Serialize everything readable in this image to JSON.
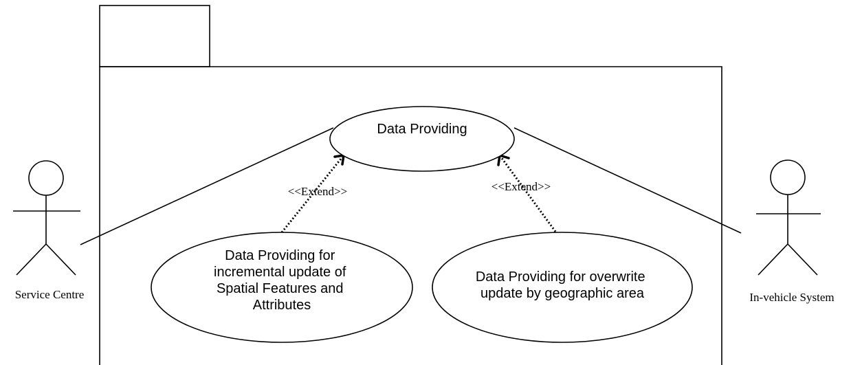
{
  "actors": {
    "left": {
      "label": "Service Centre"
    },
    "right": {
      "label": "In-vehicle System"
    }
  },
  "use_cases": {
    "main": {
      "label": "Data Providing"
    },
    "incremental": {
      "lines": [
        "Data Providing for",
        "incremental update of",
        "Spatial Features and",
        "Attributes"
      ]
    },
    "overwrite": {
      "lines": [
        "Data Providing for overwrite",
        "update by geographic area"
      ]
    }
  },
  "relations": {
    "extend_left": "<<Extend>>",
    "extend_right": "<<Extend>>"
  }
}
